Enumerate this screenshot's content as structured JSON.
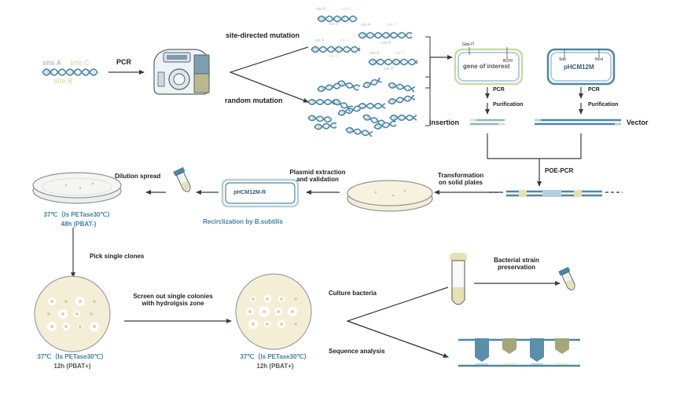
{
  "colors": {
    "dna_blue": "#4d86a6",
    "dna_light": "#b5cfdd",
    "primer_yellow": "#e6e1b4",
    "arrow_gray": "#3b3b3b",
    "plate_fill": "#f4eed6",
    "plate_edge": "#9aa0a4",
    "accent_text": "#3f7fa3",
    "bar_teal": "#5b8ea7",
    "bar_olive": "#a5a67a"
  },
  "icons": [
    "dna-helix-icon",
    "pcr-machine-icon",
    "plasmid-icon",
    "petri-dish-icon",
    "microtube-icon",
    "culture-tube-icon",
    "sequencing-bars-icon"
  ],
  "top": {
    "site_a": "site A",
    "site_c": "site C",
    "site_b": "site B",
    "pcr": "PCR",
    "site_directed": "site-directed mutation",
    "random": "random mutation",
    "mini_site_a": "site A'",
    "mini_site_c": "site C'",
    "mini_site_b": "site B'",
    "mini_site_a2": "site A",
    "mini_site_c2": "site C",
    "mini_site_b2": "site B"
  },
  "plasmids": {
    "goi_label": "gene of interest",
    "goi_site_left": "Gdo-IT",
    "goi_site_right": "BCHI",
    "vector_label": "pHCM12M",
    "vector_site_left": "Sob",
    "vector_site_right": "Ncol",
    "pcr_left": "PCR",
    "purification_left": "Purification",
    "pcr_right": "PCR",
    "purification_right": "Purification",
    "insertion": "Insertion",
    "vector": "Vector",
    "poe_pcr": "POE-PCR",
    "recircular_label": "pHCM12M-R"
  },
  "middle": {
    "transformation": "Transformation\non solid plates",
    "plasmid_extraction": "Plasmid extraction\nand validation",
    "recirc": "Recirclization by B.subtilis",
    "dilution": "Dilution spread",
    "cond1_line1": "37℃（Is PETase30℃）",
    "cond1_line2": "48h (PBAT-)",
    "pick_clones": "Pick single clones"
  },
  "bottom": {
    "cond2_line1": "37℃（Is PETase30℃）",
    "cond2_line2": "12h (PBAT+)",
    "screen": "Screen out single colonies\nwith hydrolgsis zone",
    "cond3_line1": "37℃（Is PETase30℃）",
    "cond3_line2": "12h (PBAT+)",
    "culture": "Culture  bacteria",
    "sequence": "Sequence analysis",
    "preservation": "Bacterial strain\npreservation"
  }
}
